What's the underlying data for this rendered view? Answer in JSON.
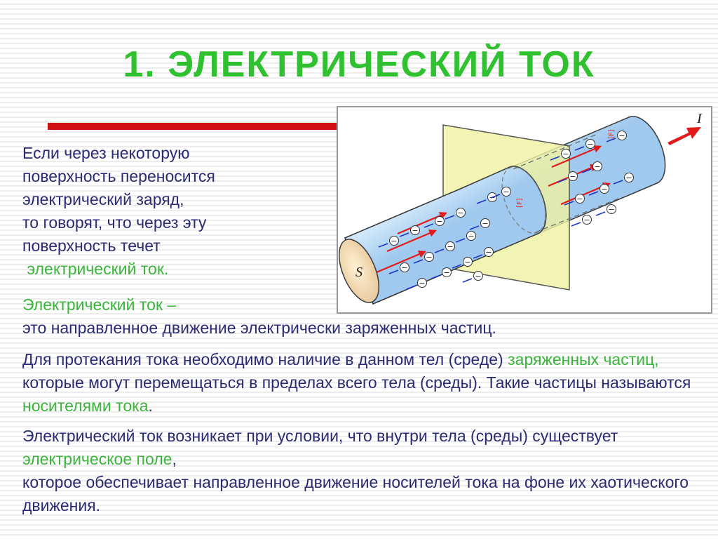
{
  "title": "1. ЭЛЕКТРИЧЕСКИЙ ТОК",
  "colors": {
    "title": "#2fc12f",
    "accent_line": "#d01010",
    "text": "#2b2b73",
    "highlight": "#3bb53b"
  },
  "intro": {
    "line1": "Если через некоторую",
    "line2": "поверхность переносится",
    "line3": "электрический заряд,",
    "line4": "то говорят, что через эту",
    "line5": "поверхность течет",
    "line6": " электрический ток."
  },
  "definition": {
    "term": "Электрический ток –",
    "text": "это направленное движение электрически заряженных частиц."
  },
  "condition": {
    "part1": "Для протекания тока необходимо наличие в данном тел (среде) ",
    "highlight1": "заряженных частиц,",
    "part2": " которые могут перемещаться в пределах всего тела (среды). Такие частицы называются ",
    "highlight2": "носителями тока",
    "part3": "."
  },
  "field": {
    "part1": "Электрический ток возникает при условии, что внутри тела (среды) существует ",
    "highlight": "электрическое поле",
    "part2": ",",
    "part3": "которое обеспечивает направленное движение носителей тока на фоне их хаотического движения."
  },
  "figure": {
    "surface_label": "S",
    "current_label": "I",
    "electron_symbol": "−",
    "vector_label": "[F]",
    "icons": [
      "conductor-cylinder",
      "cross-section-plane",
      "electron-charge",
      "current-arrow"
    ]
  }
}
